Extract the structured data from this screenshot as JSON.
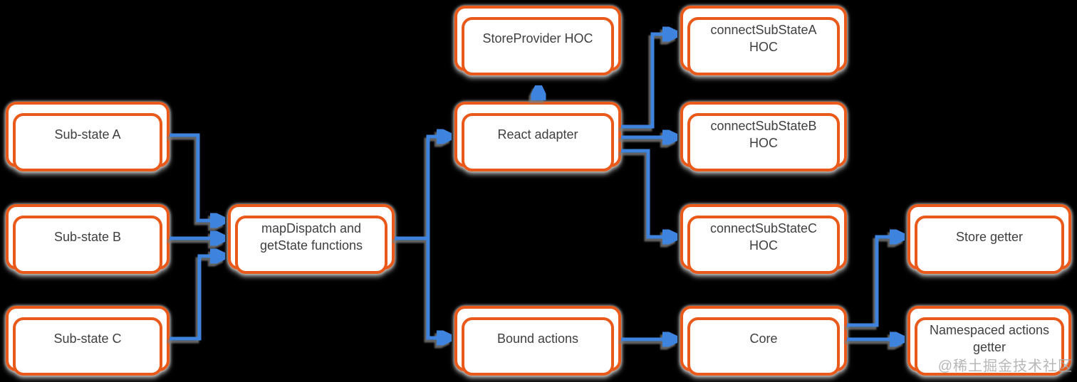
{
  "diagram": {
    "colors": {
      "background": "#000000",
      "node_fill": "#FFFFFF",
      "node_border": "#E8591A",
      "node_text": "#3F3F3F",
      "connector": "#3E84DE",
      "connector_outline": "#2E6CC4",
      "halo": "#E8E8E8"
    },
    "nodes": [
      {
        "id": "substate-a",
        "label": "Sub-state A"
      },
      {
        "id": "substate-b",
        "label": "Sub-state B"
      },
      {
        "id": "substate-c",
        "label": "Sub-state C"
      },
      {
        "id": "mapdispatch",
        "label": "mapDispatch and getState functions"
      },
      {
        "id": "storeprovider",
        "label": "StoreProvider HOC"
      },
      {
        "id": "react-adapter",
        "label": "React adapter"
      },
      {
        "id": "bound-actions",
        "label": "Bound actions"
      },
      {
        "id": "connect-a",
        "label": "connectSubStateA HOC"
      },
      {
        "id": "connect-b",
        "label": "connectSubStateB HOC"
      },
      {
        "id": "connect-c",
        "label": "connectSubStateC HOC"
      },
      {
        "id": "core",
        "label": "Core"
      },
      {
        "id": "store-getter",
        "label": "Store getter"
      },
      {
        "id": "namespaced",
        "label": "Namespaced actions getter"
      }
    ],
    "edges": [
      "Sub-state A → mapDispatch and getState functions",
      "Sub-state B → mapDispatch and getState functions",
      "Sub-state C → mapDispatch and getState functions",
      "mapDispatch and getState functions → React adapter",
      "mapDispatch and getState functions → Bound actions",
      "React adapter → StoreProvider HOC",
      "React adapter → connectSubStateA HOC",
      "React adapter → connectSubStateB HOC",
      "React adapter → connectSubStateC HOC",
      "Bound actions → Core",
      "Core → Store getter",
      "Core → Namespaced actions getter"
    ],
    "watermark": "@稀土掘金技术社区"
  }
}
